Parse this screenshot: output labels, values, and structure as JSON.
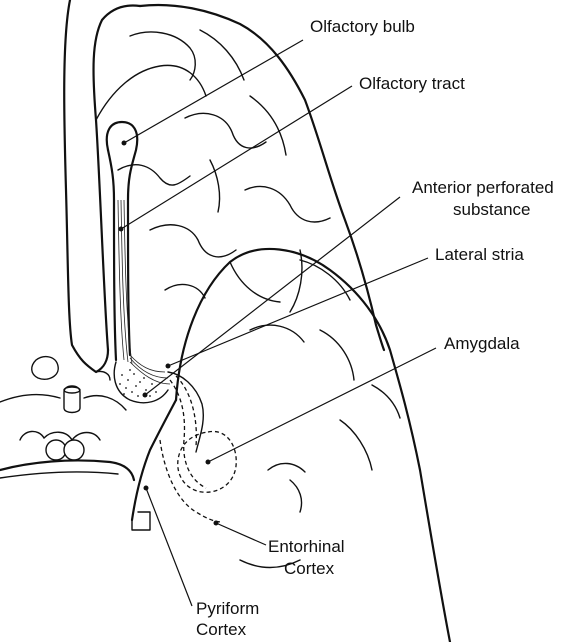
{
  "labels": {
    "olfactory_bulb": "Olfactory bulb",
    "olfactory_tract": "Olfactory tract",
    "anterior_perforated_line1": "Anterior perforated",
    "anterior_perforated_line2": "substance",
    "lateral_stria": "Lateral stria",
    "amygdala": "Amygdala",
    "entorhinal_line1": "Entorhinal",
    "entorhinal_line2": "Cortex",
    "pyriform_line1": "Pyriform",
    "pyriform_line2": "Cortex"
  },
  "colors": {
    "ink": "#111111",
    "background": "#ffffff"
  }
}
